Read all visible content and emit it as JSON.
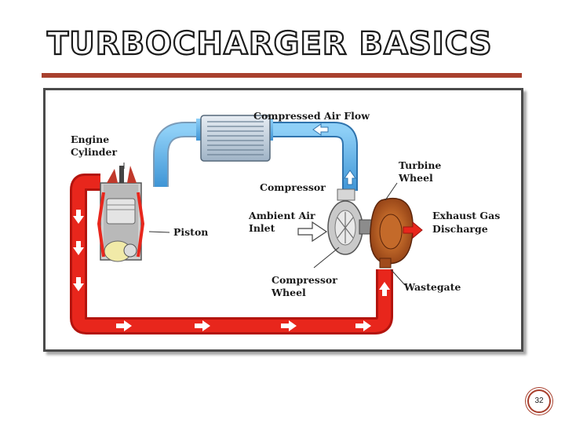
{
  "slide": {
    "title": "TURBOCHARGER BASICS",
    "page_number": "32"
  },
  "diagram": {
    "labels": {
      "compressed_air_flow": "Compressed Air Flow",
      "engine": "Engine",
      "cylinder": "Cylinder",
      "compressor": "Compressor",
      "turbine": "Turbine",
      "wheel": "Wheel",
      "ambient_air": "Ambient Air",
      "inlet": "Inlet",
      "piston": "Piston",
      "exhaust_gas": "Exhaust Gas",
      "discharge": "Discharge",
      "compressor_wheel_1": "Compressor",
      "compressor_wheel_2": "Wheel",
      "wastegate": "Wastegate"
    },
    "colors": {
      "intake_air": "#5aaee8",
      "exhaust_gas": "#e8261c",
      "accent": "#a8402e"
    }
  }
}
